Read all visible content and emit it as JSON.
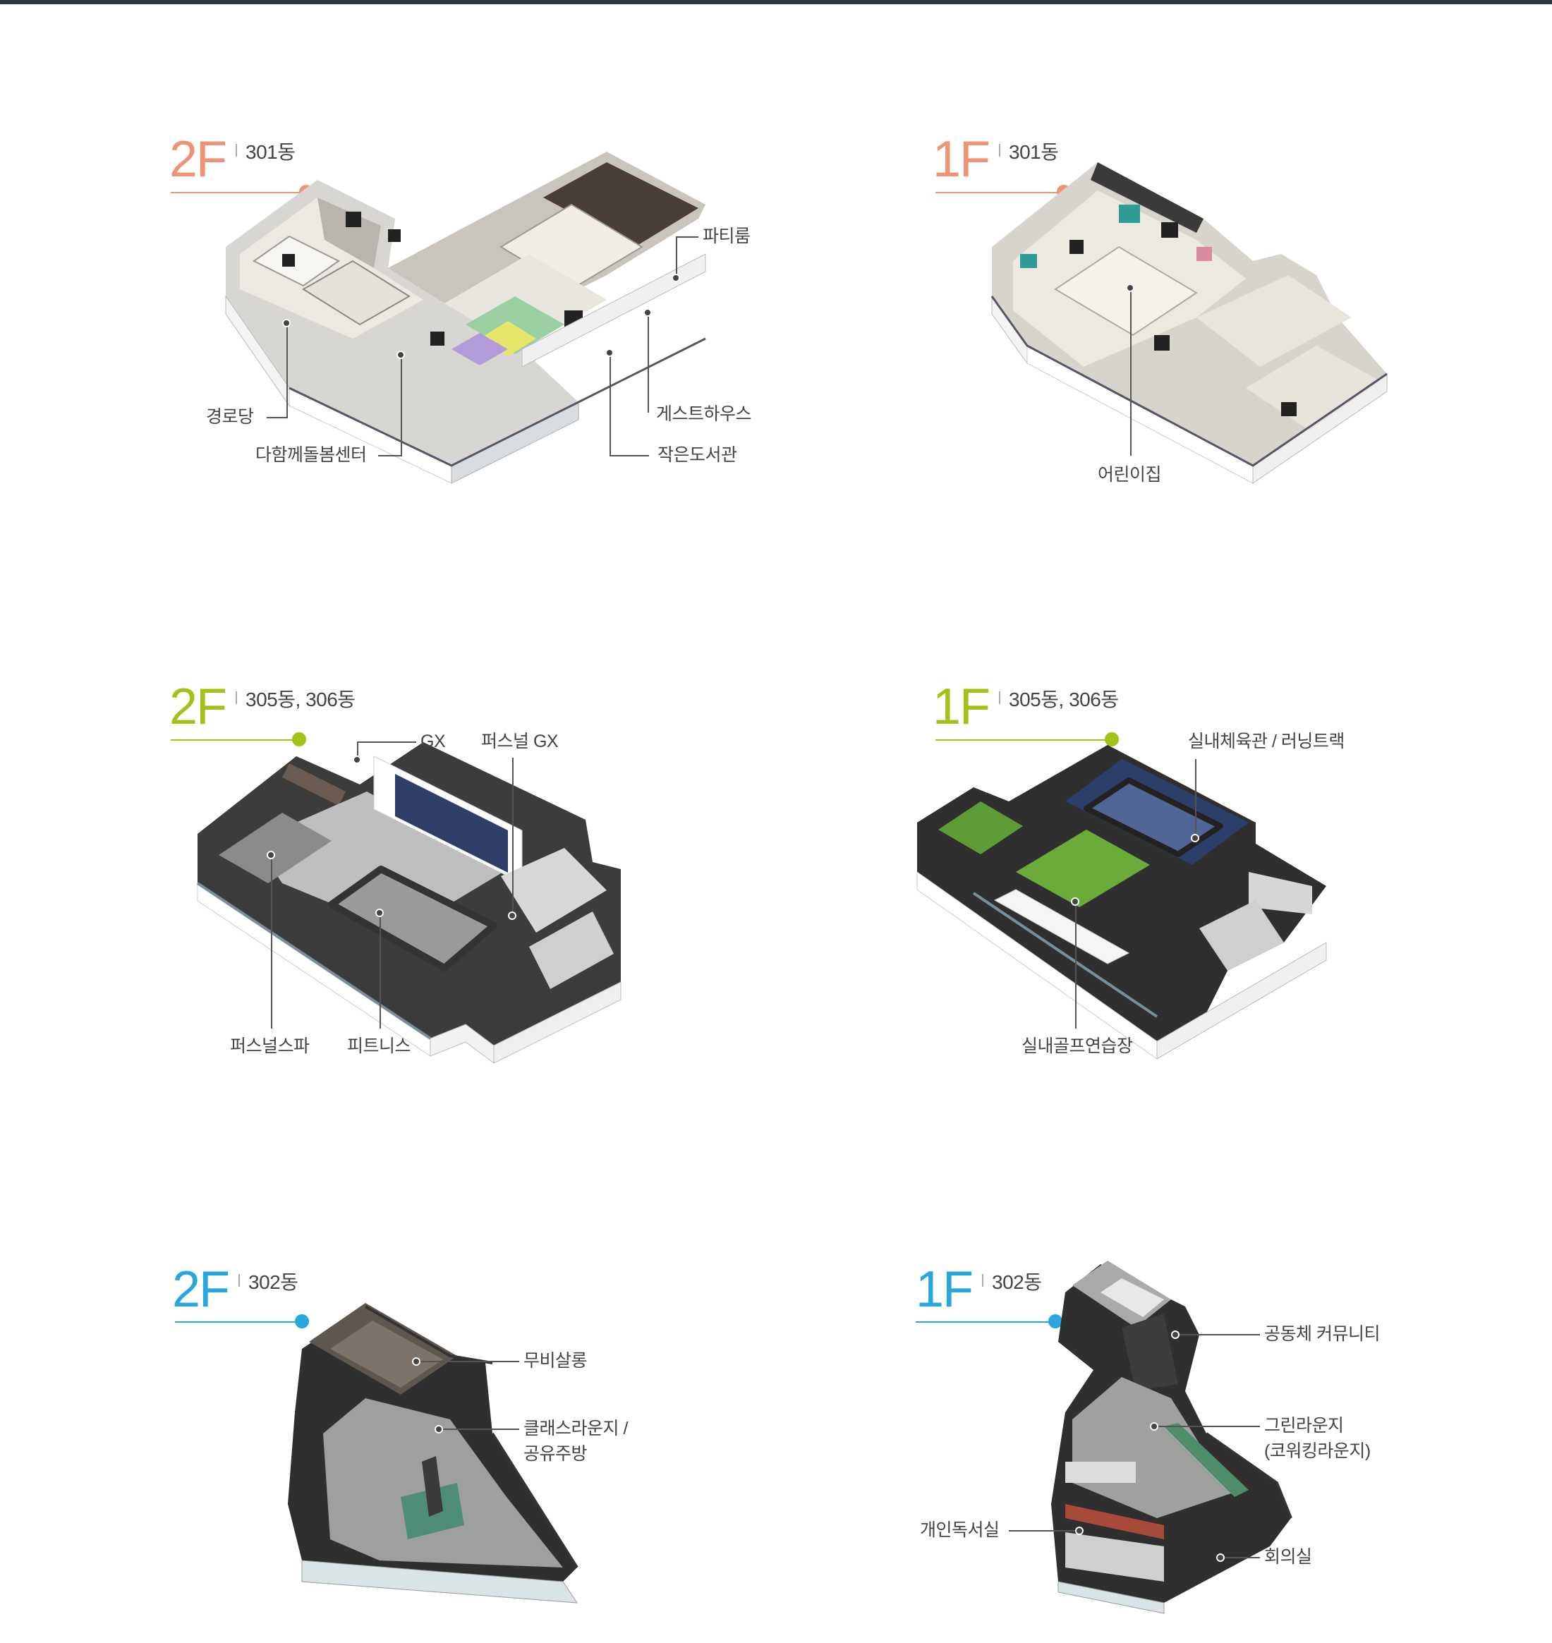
{
  "colors": {
    "orange": "#ee9377",
    "green": "#a2c219",
    "blue": "#2aa6de"
  },
  "panels": [
    {
      "floor": "2F",
      "building": "301동",
      "color": "orange",
      "labels": [
        "경로당",
        "다함께돌봄센터",
        "파티룸",
        "게스트하우스",
        "작은도서관"
      ]
    },
    {
      "floor": "1F",
      "building": "301동",
      "color": "orange",
      "labels": [
        "어린이집"
      ]
    },
    {
      "floor": "2F",
      "building": "305동, 306동",
      "color": "green",
      "labels": [
        "GX",
        "퍼스널 GX",
        "퍼스널스파",
        "피트니스"
      ]
    },
    {
      "floor": "1F",
      "building": "305동, 306동",
      "color": "green",
      "labels": [
        "실내체육관 / 러닝트랙",
        "실내골프연습장"
      ]
    },
    {
      "floor": "2F",
      "building": "302동",
      "color": "blue",
      "labels": [
        "무비살롱",
        "클래스라운지 /",
        "공유주방"
      ]
    },
    {
      "floor": "1F",
      "building": "302동",
      "color": "blue",
      "labels": [
        "공동체 커뮤니티",
        "그린라운지",
        "(코워킹라운지)",
        "개인독서실",
        "회의실"
      ]
    }
  ]
}
